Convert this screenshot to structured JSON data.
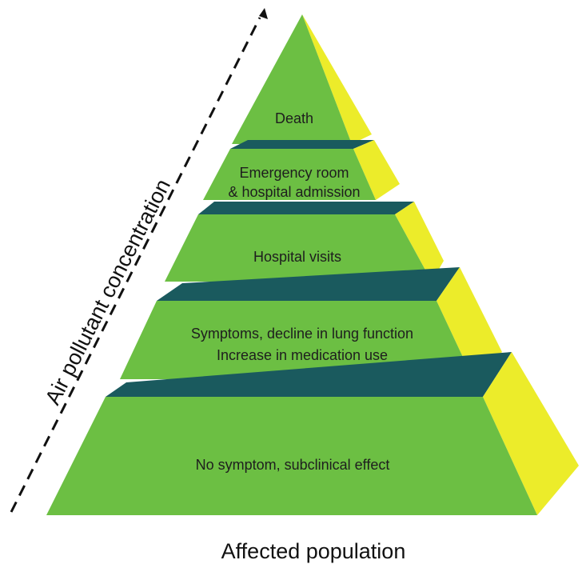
{
  "diagram": {
    "tiers": [
      {
        "lines": [
          "Death"
        ]
      },
      {
        "lines": [
          "Emergency room",
          "& hospital admission"
        ]
      },
      {
        "lines": [
          "Hospital visits"
        ]
      },
      {
        "lines": [
          "Symptoms, decline in lung function",
          "Increase in medication use"
        ]
      },
      {
        "lines": [
          "No symptom, subclinical effect"
        ]
      }
    ],
    "y_axis_label": "Air pollutant concentration",
    "x_axis_label": "Affected population"
  },
  "colors": {
    "front": "#6cbf43",
    "side": "#ecec2a",
    "ledge": "#1a5a5e",
    "arrow": "#111111"
  }
}
